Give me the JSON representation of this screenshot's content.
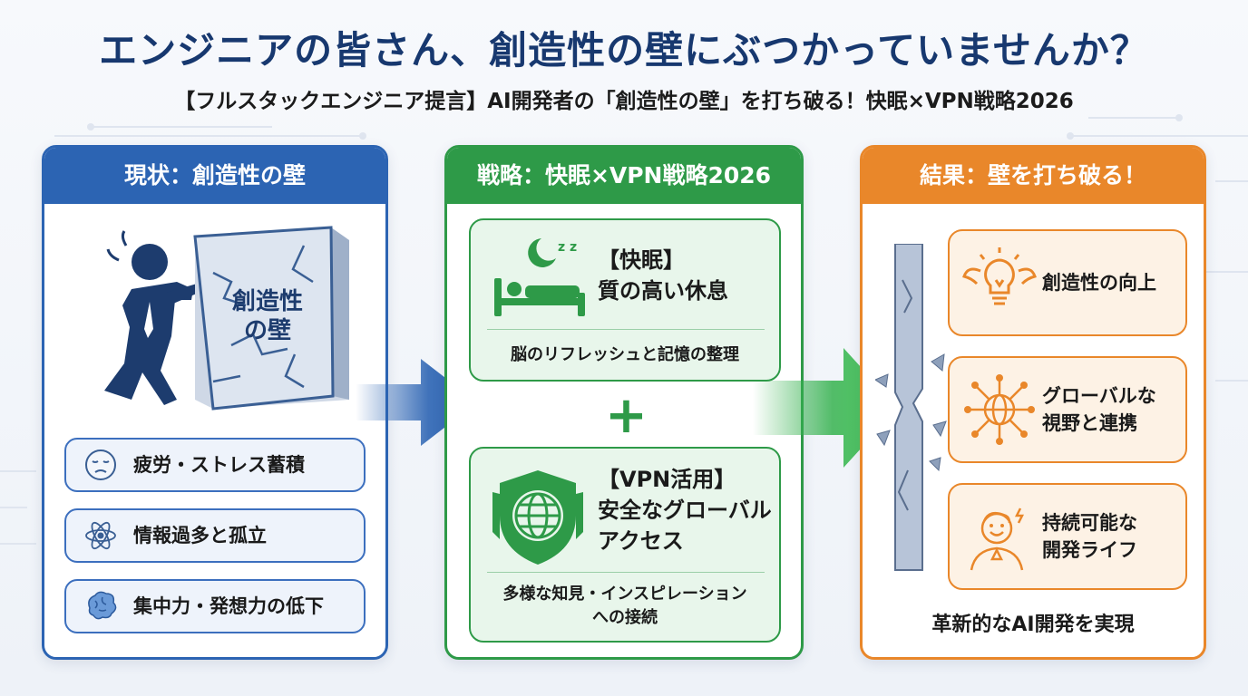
{
  "title": "エンジニアの皆さん、創造性の壁にぶつかっていませんか？",
  "subtitle": "【フルスタックエンジニア提言】AI開発者の「創造性の壁」を打ち破る！快眠×VPN戦略2026",
  "current": {
    "header": "現状：創造性の壁",
    "wall_label_line1": "創造性",
    "wall_label_line2": "の壁",
    "items": [
      {
        "label": "疲労・ストレス蓄積",
        "icon": "tired-face-icon"
      },
      {
        "label": "情報過多と孤立",
        "icon": "atom-icon"
      },
      {
        "label": "集中力・発想力の低下",
        "icon": "brain-icon"
      }
    ]
  },
  "strategy": {
    "header": "戦略：快眠×VPN戦略2026",
    "sleep": {
      "title_line1": "【快眠】",
      "title_line2": "質の高い休息",
      "desc": "脳のリフレッシュと記憶の整理",
      "icon": "sleeping-bed-icon",
      "zz": "z z"
    },
    "plus": "+",
    "vpn": {
      "title_line1": "【VPN活用】",
      "title_line2": "安全なグローバル",
      "title_line3": "アクセス",
      "desc_line1": "多様な知見・インスピレーション",
      "desc_line2": "への接続",
      "icon": "globe-shield-icon"
    }
  },
  "result": {
    "header": "結果：壁を打ち破る！",
    "items": [
      {
        "label": "創造性の向上",
        "icon": "winged-lightbulb-icon"
      },
      {
        "label": "グローバルな\n視野と連携",
        "icon": "network-globe-icon"
      },
      {
        "label": "持続可能な\n開発ライフ",
        "icon": "happy-developer-icon"
      }
    ],
    "footer": "革新的なAI開発を実現"
  },
  "colors": {
    "title": "#17386f",
    "blue": "#2c64b3",
    "green": "#2e9a48",
    "orange": "#e9872a"
  }
}
